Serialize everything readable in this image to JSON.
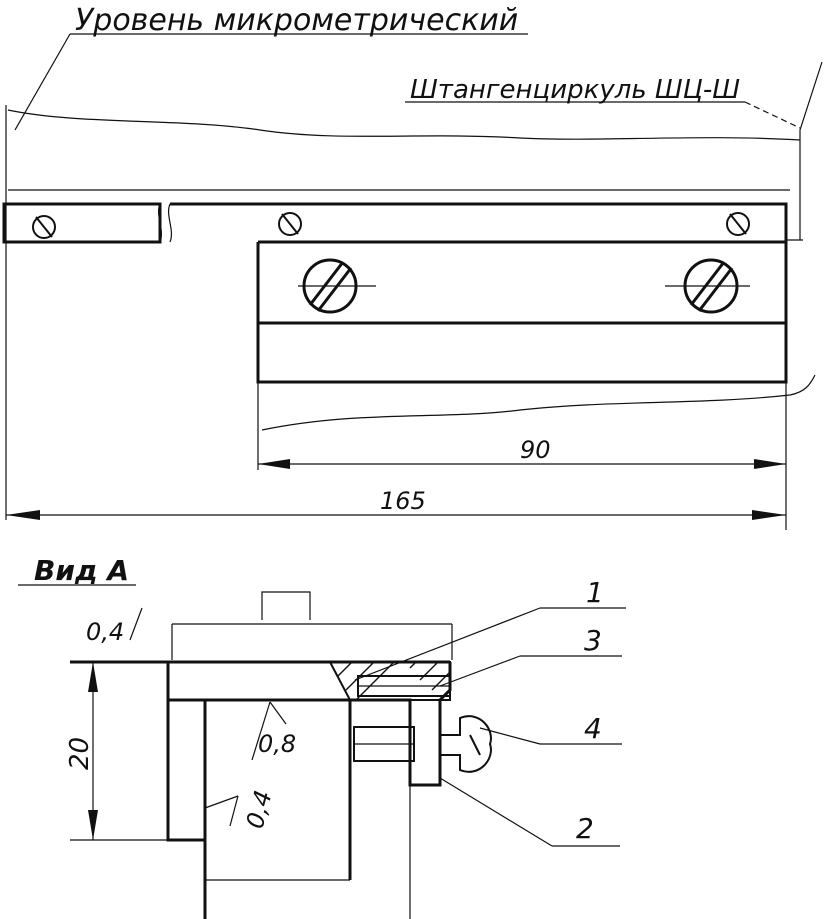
{
  "labels": {
    "level": "Уровень микрометрический",
    "caliper": "Штангенциркуль ШЦ-Ш",
    "view_a": "Вид А"
  },
  "dimensions": {
    "short_length": "90",
    "total_length": "165",
    "height": "20",
    "roughness_top": "0,4",
    "roughness_bottom": "0,8",
    "roughness_side": "0,4"
  },
  "callouts": {
    "part_1": "1",
    "part_2": "2",
    "part_3": "3",
    "part_4": "4"
  }
}
